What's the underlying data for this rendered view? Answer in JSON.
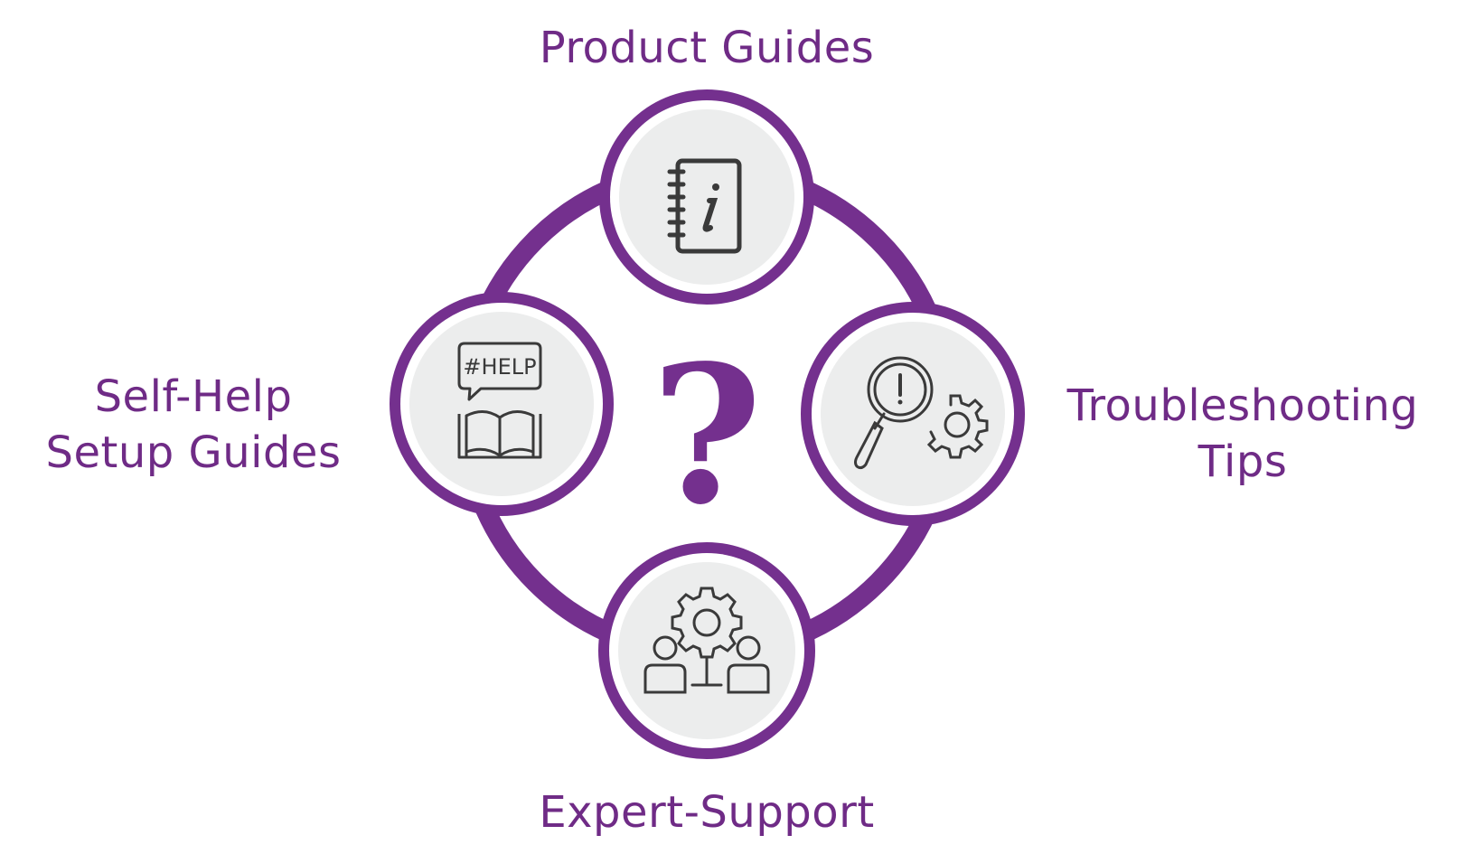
{
  "colors": {
    "ring": "#74308e",
    "text": "#6f2b86",
    "node_fill": "#eceded",
    "icon": "#3a3a3a",
    "background": "#ffffff"
  },
  "center": {
    "symbol": "?"
  },
  "nodes": [
    {
      "id": "top",
      "label_lines": [
        "Product Guides"
      ],
      "icon": "info-notebook-icon"
    },
    {
      "id": "right",
      "label_lines": [
        "Troubleshooting",
        "Tips"
      ],
      "icon": "magnifier-gear-icon"
    },
    {
      "id": "bottom",
      "label_lines": [
        "Expert-Support"
      ],
      "icon": "people-gear-icon"
    },
    {
      "id": "left",
      "label_lines": [
        "Self-Help",
        "Setup Guides"
      ],
      "icon": "help-book-icon",
      "icon_text": "#HELP"
    }
  ]
}
